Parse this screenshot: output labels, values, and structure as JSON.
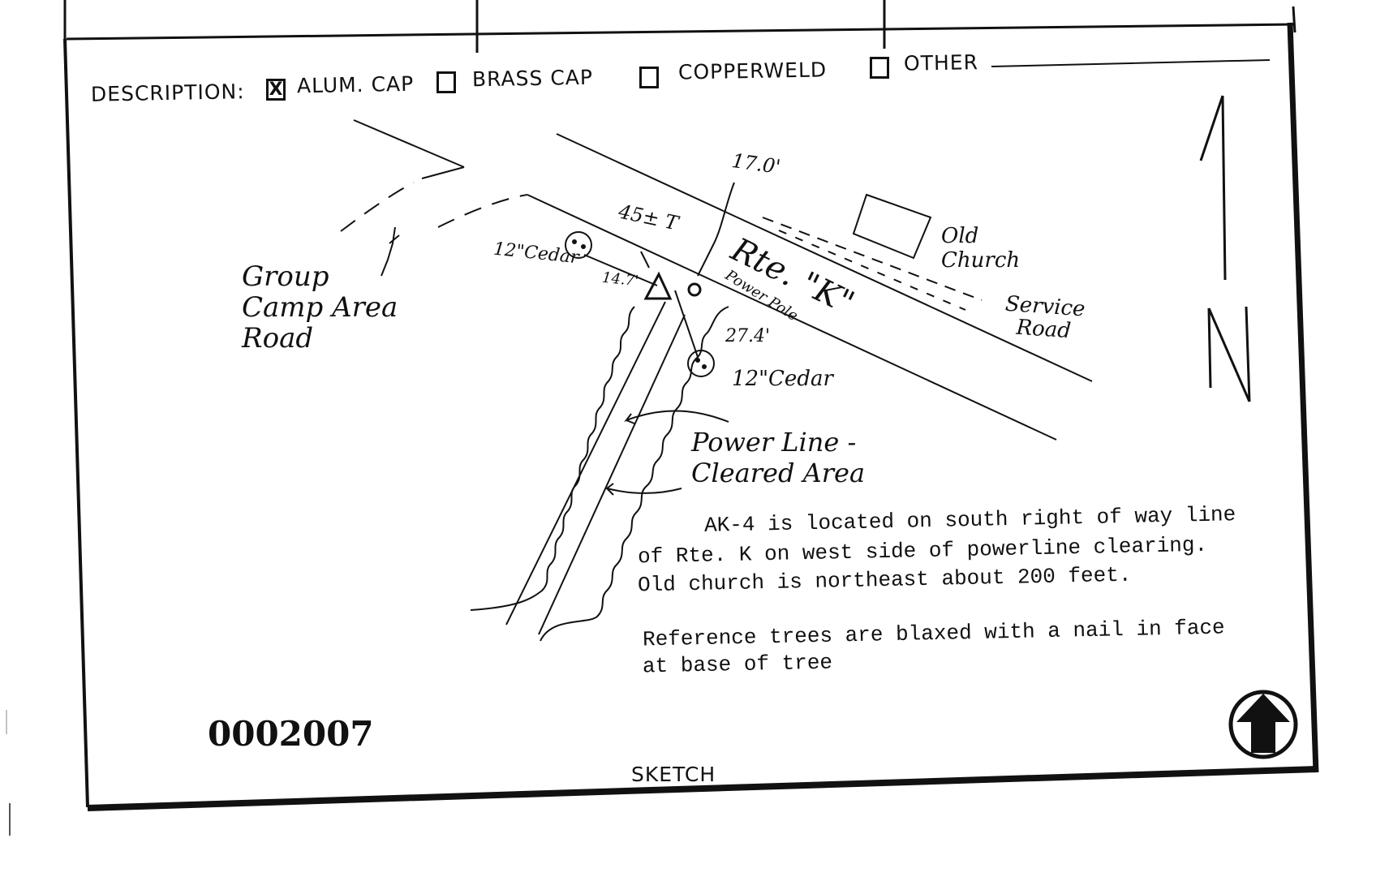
{
  "description": {
    "label": "DESCRIPTION:",
    "options": [
      {
        "label": "ALUM. CAP",
        "checked": true,
        "mark": "X"
      },
      {
        "label": "BRASS CAP",
        "checked": false,
        "mark": ""
      },
      {
        "label": "COPPERWELD",
        "checked": false,
        "mark": ""
      },
      {
        "label": "OTHER",
        "checked": false,
        "mark": ""
      }
    ]
  },
  "sketch": {
    "labels": {
      "north_arrow": "N",
      "dist_17": "17.0'",
      "dist_45": "45± T",
      "old_church": "Old\nChurch",
      "rte_k": "Rte. \"K\"",
      "power_pole": "Power Pole",
      "cedar_1": "12\"Cedar",
      "dist_14": "14.7'",
      "dist_27": "27.4'",
      "cedar_2": "12\"Cedar",
      "service_road": "Service\nRoad",
      "group_camp": "Group\nCamp Area\nRoad",
      "power_line": "Power Line -\nCleared Area"
    },
    "notes": [
      "AK-4 is located on south right of way line",
      "of Rte. K on west side of powerline clearing.",
      "Old church is northeast about 200 feet.",
      "Reference trees are blaxed with a nail in face",
      "at base of tree"
    ],
    "doc_number": "0002007",
    "caption": "SKETCH"
  }
}
